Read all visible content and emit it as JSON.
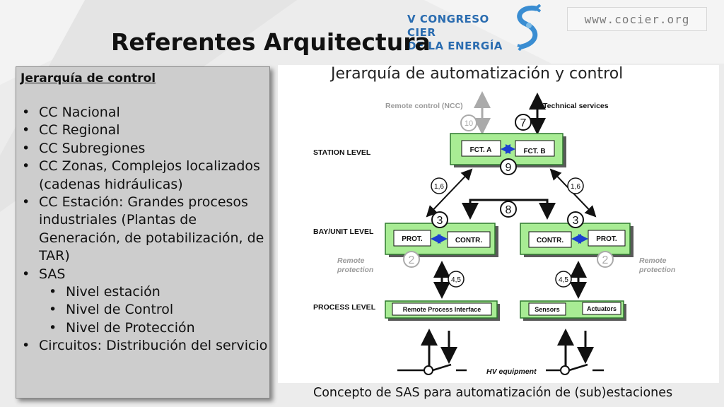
{
  "header": {
    "url": "www.cocier.org",
    "logo_line1": "V CONGRESO CIER",
    "logo_line2": "DE LA ENERGÍA",
    "title": "Referentes Arquitectura"
  },
  "left_panel": {
    "heading": "Jerarquía de control",
    "items": [
      {
        "text": "CC Nacional",
        "level": 1
      },
      {
        "text": "CC Regional",
        "level": 1
      },
      {
        "text": "CC Subregiones",
        "level": 1
      },
      {
        "text": "CC Zonas, Complejos localizados (cadenas hidráulicas)",
        "level": 1
      },
      {
        "text": "CC Estación: Grandes procesos industriales (Plantas de Generación, de potabilización, de TAR)",
        "level": 1
      },
      {
        "text": "SAS",
        "level": 1
      },
      {
        "text": "Nivel estación",
        "level": 2
      },
      {
        "text": "Nivel de Control",
        "level": 2
      },
      {
        "text": "Nivel de Protección",
        "level": 2
      },
      {
        "text": "Circuitos: Distribución del servicio",
        "level": 1
      }
    ]
  },
  "diagram": {
    "title": "Jerarquía de automatización y control",
    "caption": "Concepto de SAS para automatización de (sub)estaciones",
    "labels": {
      "remote_control": "Remote control (NCC)",
      "technical_services": "Technical services",
      "station_level": "STATION LEVEL",
      "bay_level": "BAY/UNIT LEVEL",
      "process_level": "PROCESS LEVEL",
      "remote_protection": "Remote protection",
      "hv_equipment": "HV equipment"
    },
    "blocks": {
      "fct_a": "FCT. A",
      "fct_b": "FCT. B",
      "prot": "PROT.",
      "contr": "CONTR.",
      "rpi": "Remote Process Interface",
      "sensors": "Sensors",
      "actuators": "Actuators"
    },
    "circle_numbers": {
      "n10": "10",
      "n7": "7",
      "n9": "9",
      "n16": "1,6",
      "n8": "8",
      "n3": "3",
      "n2": "2",
      "n45": "4,5"
    }
  },
  "colors": {
    "block_green": "#a8ec94",
    "block_border": "#2f7a2f",
    "link_blue": "#1c3fd0",
    "logo_blue": "#2a6cb0"
  }
}
